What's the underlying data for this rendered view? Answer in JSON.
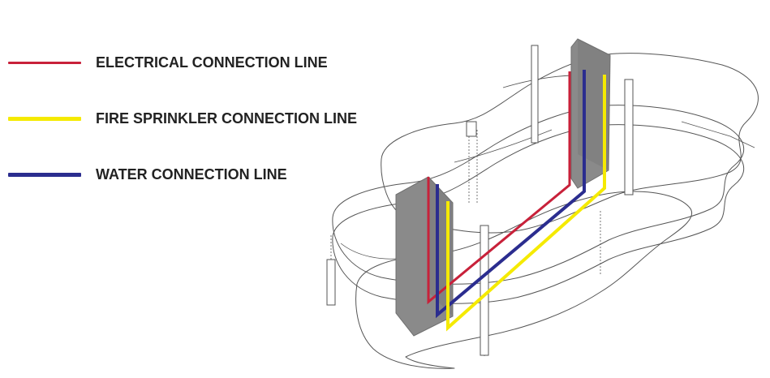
{
  "legend": {
    "items": [
      {
        "id": "electrical",
        "label": "ELECTRICAL CONNECTION LINE",
        "color": "#c8213a"
      },
      {
        "id": "fire",
        "label": "FIRE SPRINKLER CONNECTION LINE",
        "color": "#f5ea00"
      },
      {
        "id": "water",
        "label": "WATER CONNECTION LINE",
        "color": "#2b2d8f"
      }
    ]
  },
  "colors": {
    "outline": "#555555",
    "shaft": "#8a8a8a",
    "shaft_dark": "#6f6f6f"
  }
}
